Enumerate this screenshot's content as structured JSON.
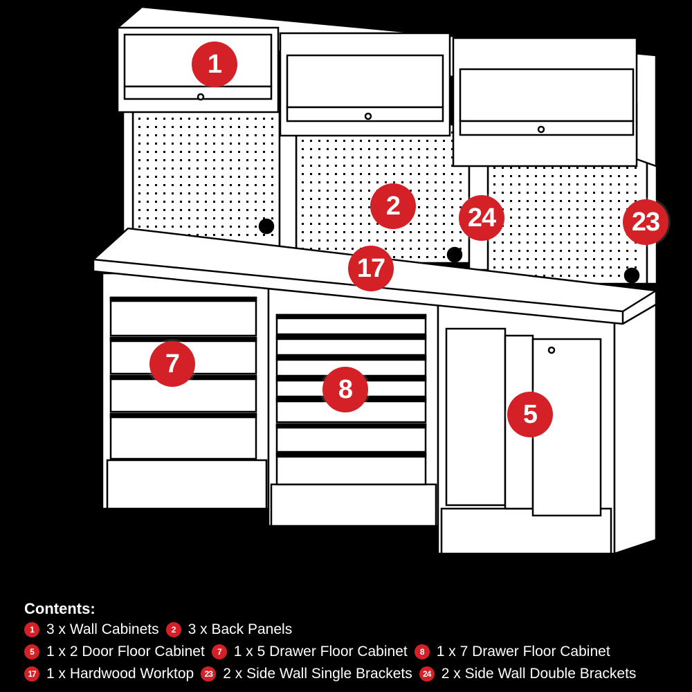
{
  "callouts": [
    {
      "number": "1"
    },
    {
      "number": "2"
    },
    {
      "number": "24"
    },
    {
      "number": "23"
    },
    {
      "number": "17"
    },
    {
      "number": "7"
    },
    {
      "number": "8"
    },
    {
      "number": "5"
    }
  ],
  "contents": {
    "title": "Contents:",
    "rows": [
      [
        {
          "number": "1",
          "label": "3 x Wall Cabinets"
        },
        {
          "number": "2",
          "label": "3 x Back Panels"
        }
      ],
      [
        {
          "number": "5",
          "label": "1 x 2 Door Floor Cabinet"
        },
        {
          "number": "7",
          "label": "1 x 5 Drawer Floor Cabinet"
        },
        {
          "number": "8",
          "label": "1 x 7 Drawer Floor Cabinet"
        }
      ],
      [
        {
          "number": "17",
          "label": "1 x Hardwood Worktop"
        },
        {
          "number": "23",
          "label": "2 x Side Wall Single Brackets"
        },
        {
          "number": "24",
          "label": "2 x Side Wall Double Brackets"
        }
      ]
    ]
  },
  "colors": {
    "badge": "#d42027",
    "background": "#000000"
  }
}
